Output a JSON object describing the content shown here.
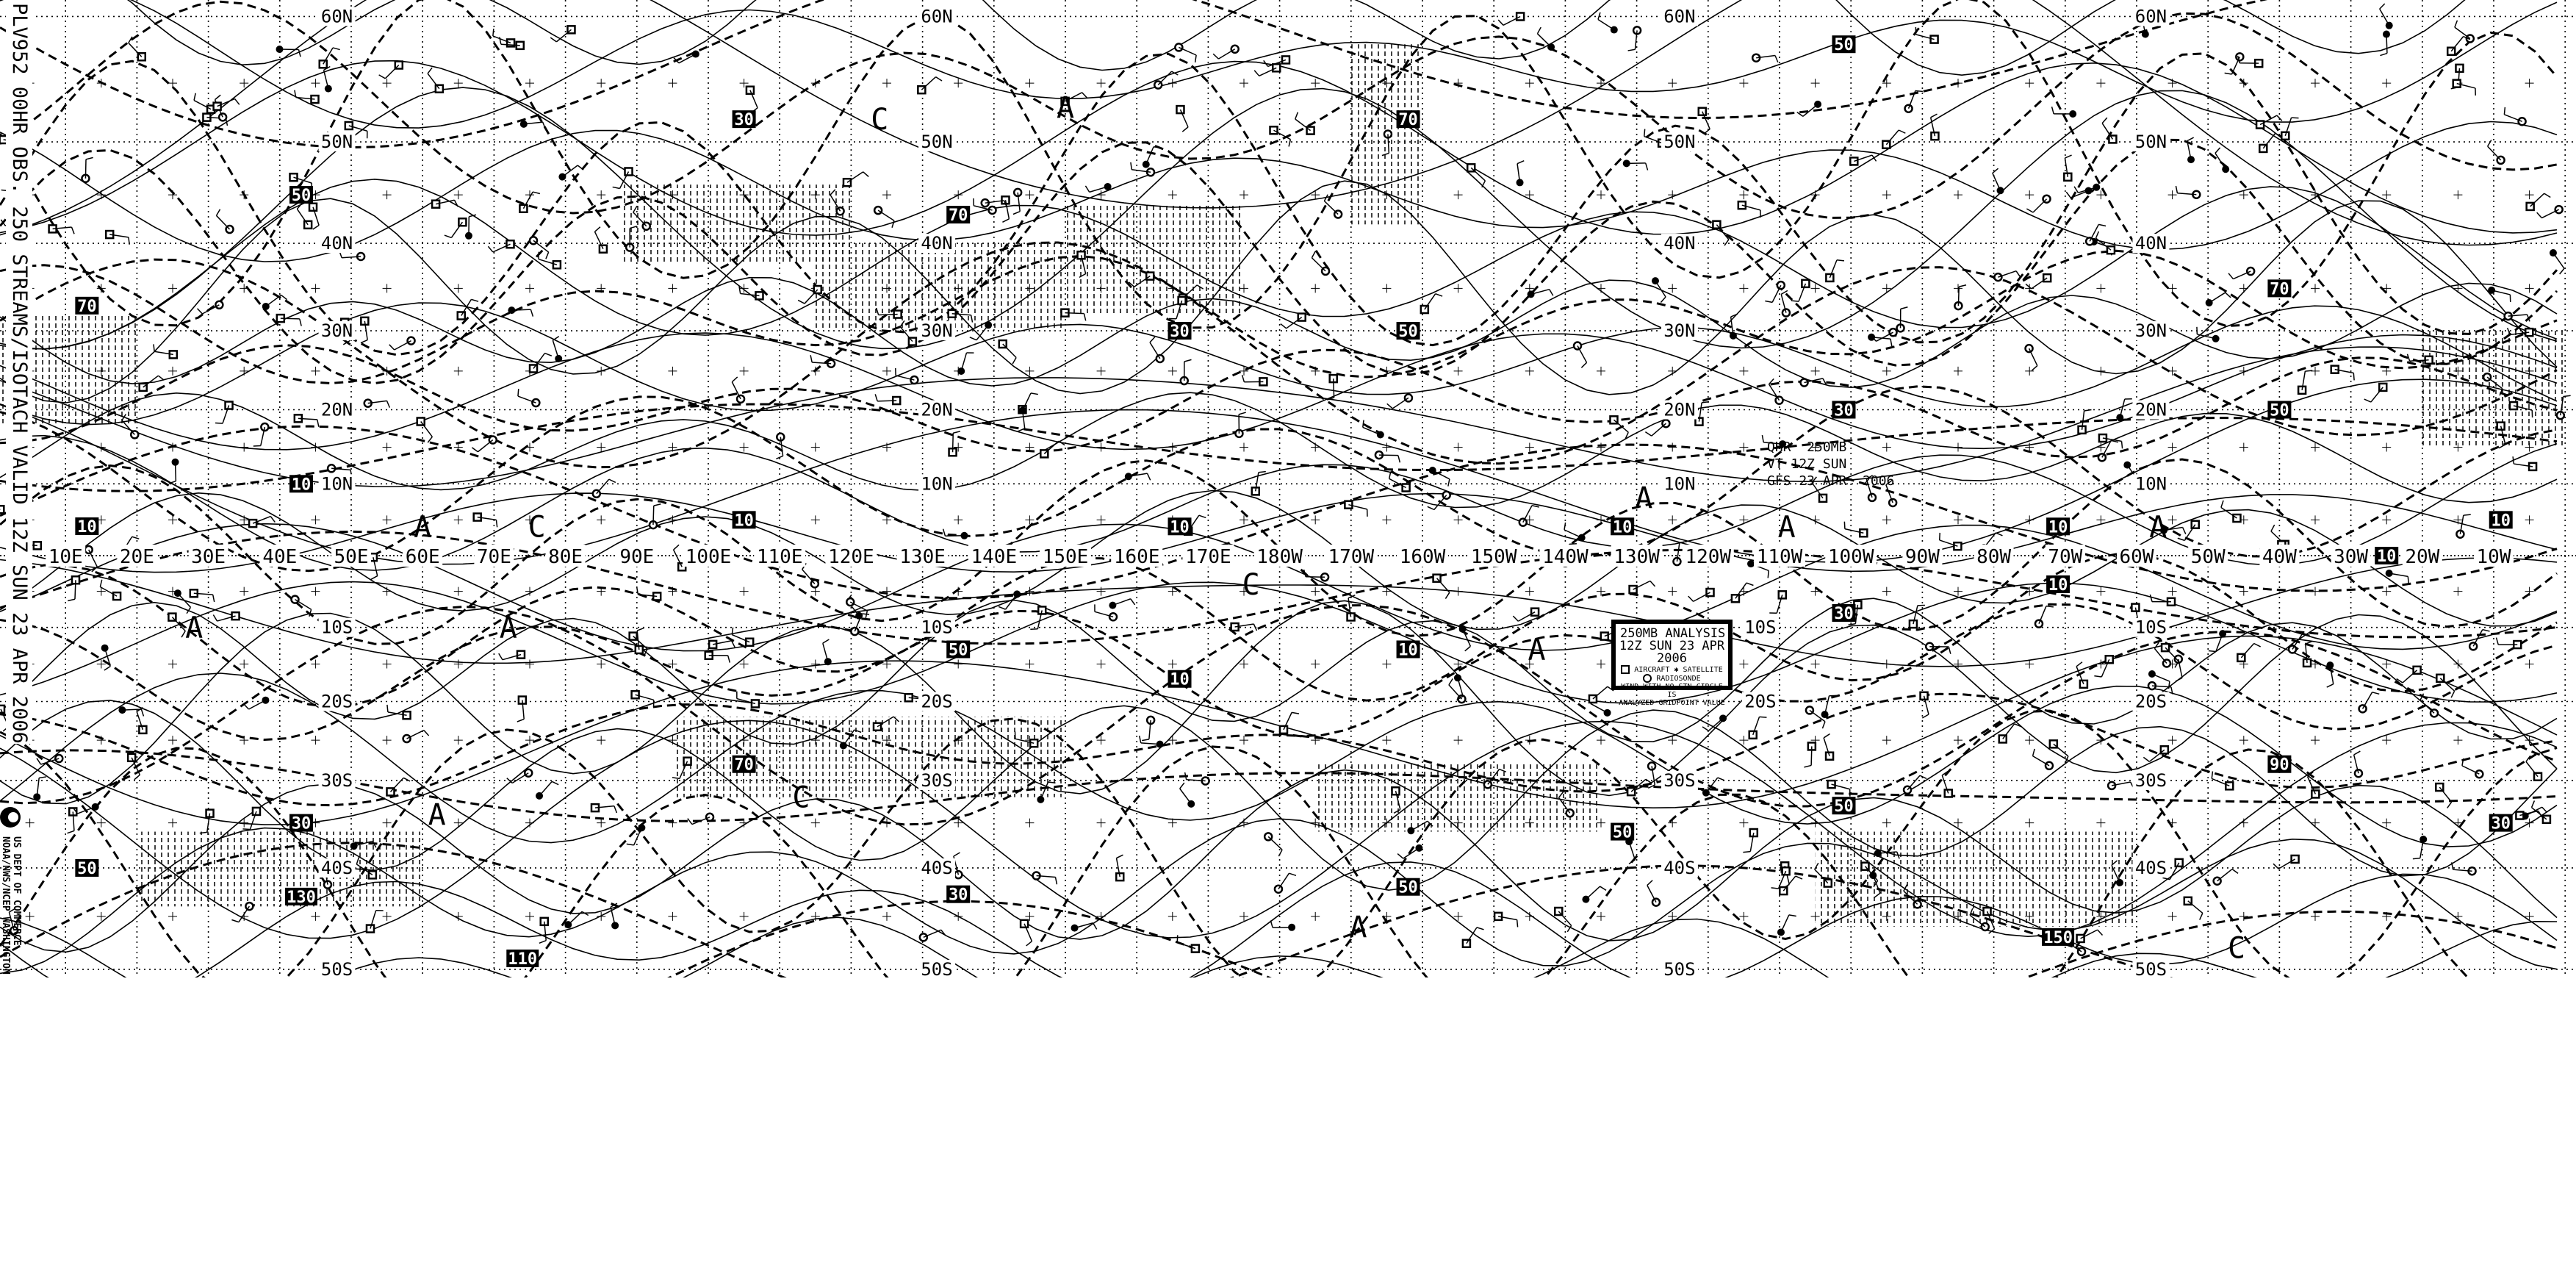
{
  "header": {
    "title": "PLV952 00HR OBS. 250 STREAMS/ISOTACH VALID 12Z SUN 23 APR 2006",
    "credit_line1": "US DEPT OF COMMERCE",
    "credit_line2": "NOAA/NWS/NCEP WASHINGTON"
  },
  "legend": {
    "title": "250MB ANALYSIS",
    "datetime": "12Z SUN 23 APR 2006",
    "aircraft": "AIRCRAFT",
    "satellite": "SATELLITE",
    "radiosonde": "RADIOSONDE",
    "note_line1": "WIND WITH NO STN CIRCLE IS",
    "note_line2": "ANALYZED GRIDPOINT VALUE"
  },
  "run_info": {
    "line1": "QHR  250MB",
    "line2": "VT 12Z SUN",
    "line3": "GFS 23 APR  2006"
  },
  "map": {
    "longitude_labels": [
      {
        "lon": 10,
        "label": "10E"
      },
      {
        "lon": 20,
        "label": "20E"
      },
      {
        "lon": 30,
        "label": "30E"
      },
      {
        "lon": 40,
        "label": "40E"
      },
      {
        "lon": 50,
        "label": "50E"
      },
      {
        "lon": 60,
        "label": "60E"
      },
      {
        "lon": 70,
        "label": "70E"
      },
      {
        "lon": 80,
        "label": "80E"
      },
      {
        "lon": 90,
        "label": "90E"
      },
      {
        "lon": 100,
        "label": "100E"
      },
      {
        "lon": 110,
        "label": "110E"
      },
      {
        "lon": 120,
        "label": "120E"
      },
      {
        "lon": 130,
        "label": "130E"
      },
      {
        "lon": 140,
        "label": "140E"
      },
      {
        "lon": 150,
        "label": "150E"
      },
      {
        "lon": 160,
        "label": "160E"
      },
      {
        "lon": 170,
        "label": "170E"
      },
      {
        "lon": 180,
        "label": "180W"
      },
      {
        "lon": 190,
        "label": "170W"
      },
      {
        "lon": 200,
        "label": "160W"
      },
      {
        "lon": 210,
        "label": "150W"
      },
      {
        "lon": 220,
        "label": "140W"
      },
      {
        "lon": 230,
        "label": "130W"
      },
      {
        "lon": 240,
        "label": "120W"
      },
      {
        "lon": 250,
        "label": "110W"
      },
      {
        "lon": 260,
        "label": "100W"
      },
      {
        "lon": 270,
        "label": "90W"
      },
      {
        "lon": 280,
        "label": "80W"
      },
      {
        "lon": 290,
        "label": "70W"
      },
      {
        "lon": 300,
        "label": "60W"
      },
      {
        "lon": 310,
        "label": "50W"
      },
      {
        "lon": 320,
        "label": "40W"
      },
      {
        "lon": 330,
        "label": "30W"
      },
      {
        "lon": 340,
        "label": "20W"
      },
      {
        "lon": 350,
        "label": "10W"
      }
    ],
    "latitude_labels": [
      {
        "lat": 60,
        "label": "60N"
      },
      {
        "lat": 50,
        "label": "50N"
      },
      {
        "lat": 40,
        "label": "40N"
      },
      {
        "lat": 30,
        "label": "30N"
      },
      {
        "lat": 20,
        "label": "20N"
      },
      {
        "lat": 10,
        "label": "10N"
      },
      {
        "lat": -10,
        "label": "10S"
      },
      {
        "lat": -20,
        "label": "20S"
      },
      {
        "lat": -30,
        "label": "30S"
      },
      {
        "lat": -40,
        "label": "40S"
      },
      {
        "lat": -50,
        "label": "50S"
      }
    ],
    "latitude_label_longitudes": [
      48,
      132,
      236,
      302
    ],
    "isotach_labels": [
      {
        "lon": 259,
        "lat": 58,
        "value": "50"
      },
      {
        "lon": 259,
        "lat": 20,
        "value": "30"
      },
      {
        "lon": 259,
        "lat": -8,
        "value": "30"
      },
      {
        "lon": 259,
        "lat": -33,
        "value": "50"
      },
      {
        "lon": 320,
        "lat": 20,
        "value": "50"
      },
      {
        "lon": 320,
        "lat": -28,
        "value": "90"
      },
      {
        "lon": 320,
        "lat": 35,
        "value": "70"
      },
      {
        "lon": 198,
        "lat": 30,
        "value": "50"
      },
      {
        "lon": 198,
        "lat": -13,
        "value": "10"
      },
      {
        "lon": 198,
        "lat": -42,
        "value": "50"
      },
      {
        "lon": 198,
        "lat": 52,
        "value": "70"
      },
      {
        "lon": 166,
        "lat": 30,
        "value": "30"
      },
      {
        "lon": 166,
        "lat": -17,
        "value": "10"
      },
      {
        "lon": 166,
        "lat": 1,
        "value": "10"
      },
      {
        "lon": 135,
        "lat": 43,
        "value": "70"
      },
      {
        "lon": 135,
        "lat": -13,
        "value": "50"
      },
      {
        "lon": 135,
        "lat": -42,
        "value": "30"
      },
      {
        "lon": 105,
        "lat": 52,
        "value": "30"
      },
      {
        "lon": 105,
        "lat": 5,
        "value": "10"
      },
      {
        "lon": 105,
        "lat": -28,
        "value": "70"
      },
      {
        "lon": 43,
        "lat": 45,
        "value": "50"
      },
      {
        "lon": 43,
        "lat": 10,
        "value": "10"
      },
      {
        "lon": 43,
        "lat": -35,
        "value": "30"
      },
      {
        "lon": 43,
        "lat": -43,
        "value": "130"
      },
      {
        "lon": 74,
        "lat": -49,
        "value": "110"
      },
      {
        "lon": 289,
        "lat": -47,
        "value": "150"
      },
      {
        "lon": 351,
        "lat": 5,
        "value": "10"
      },
      {
        "lon": 351,
        "lat": -35,
        "value": "30"
      },
      {
        "lon": 228,
        "lat": -36,
        "value": "50"
      },
      {
        "lon": 228,
        "lat": 1,
        "value": "10"
      },
      {
        "lon": 13,
        "lat": 0,
        "value": "10"
      },
      {
        "lon": 13,
        "lat": -40,
        "value": "50"
      },
      {
        "lon": 13,
        "lat": 33,
        "value": "70"
      },
      {
        "lon": 289,
        "lat": 1,
        "value": "10"
      },
      {
        "lon": 289,
        "lat": -4,
        "value": "10"
      },
      {
        "lon": 335,
        "lat": 0,
        "value": "10"
      }
    ],
    "pressure_centers": [
      {
        "lon": 150,
        "lat": 53,
        "label": "A"
      },
      {
        "lon": 124,
        "lat": 52,
        "label": "C"
      },
      {
        "lon": 231,
        "lat": 3,
        "label": "A"
      },
      {
        "lon": 176,
        "lat": -3,
        "label": "C"
      },
      {
        "lon": 62,
        "lat": -34,
        "label": "A"
      },
      {
        "lon": 314,
        "lat": -48,
        "label": "C"
      },
      {
        "lon": 28,
        "lat": -10,
        "label": "A"
      },
      {
        "lon": 72,
        "lat": -10,
        "label": "A"
      },
      {
        "lon": 191,
        "lat": -46,
        "label": "A"
      },
      {
        "lon": 216,
        "lat": -13,
        "label": "A"
      },
      {
        "lon": 60,
        "lat": 1,
        "label": "A"
      },
      {
        "lon": 76,
        "lat": 1,
        "label": "C"
      },
      {
        "lon": 251,
        "lat": 1,
        "label": "A"
      },
      {
        "lon": 303,
        "lat": 2,
        "label": "A"
      },
      {
        "lon": 113,
        "lat": -32,
        "label": "C"
      }
    ]
  }
}
